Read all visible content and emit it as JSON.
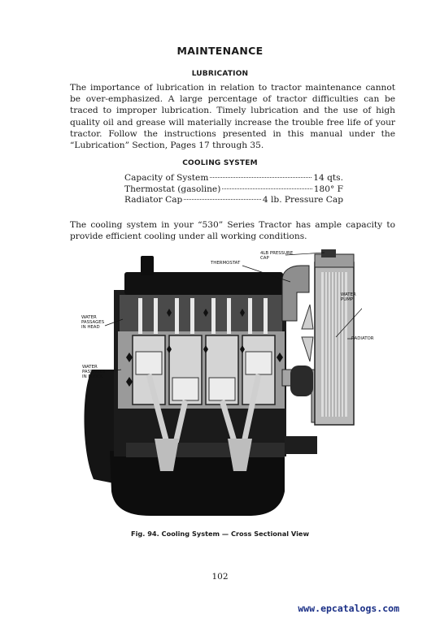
{
  "page_title": "MAINTENANCE",
  "lubrication": {
    "heading": "LUBRICATION",
    "body": "The importance of lubrication in relation to tractor maintenance cannot be over-emphasized. A large percentage of tractor difficulties can be traced to improper lubrication. Timely lubrication and the use of high quality oil and grease will materially increase the trouble free life of your tractor. Follow the instructions presented in this manual under the “Lubrication” Section, Pages 17 through 35."
  },
  "cooling": {
    "heading": "COOLING SYSTEM",
    "specs": [
      {
        "label": "Capacity of System",
        "value": "14 qts."
      },
      {
        "label": "Thermostat (gasoline)",
        "value": "180° F"
      },
      {
        "label": "Radiator Cap",
        "value": "4 lb. Pressure Cap"
      }
    ],
    "body": "The cooling system in your “530” Series Tractor has ample capacity to provide efficient cooling under all working conditions."
  },
  "figure": {
    "callouts": {
      "pressure_cap": "4LB PRESSURE\nCAP",
      "thermostat": "THERMOSTAT",
      "water_pump": "WATER\nPUMP",
      "radiator": "RADIATOR",
      "passages_head": "WATER\nPASSAGES\nIN HEAD",
      "passages_block": "WATER\nPASSAGES\nIN BLOCK"
    },
    "caption": "Fig. 94.  Cooling System — Cross Sectional View"
  },
  "page_number": "102",
  "watermark": "www.epcatalogs.com"
}
